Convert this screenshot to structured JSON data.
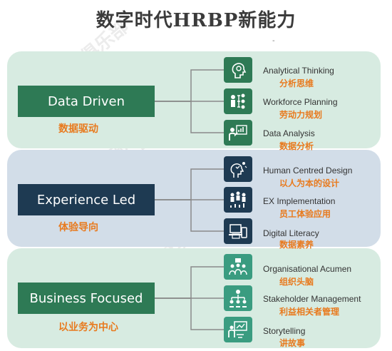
{
  "title": "数字时代HRBP新能力",
  "header_dot": "-",
  "watermark": "HR实务俱乐部",
  "colors": {
    "green": "#2e7a55",
    "navy": "#1e3a52",
    "teal": "#3a9c80",
    "accent_orange": "#e87a1e",
    "band_green": "#d7ebe1",
    "band_blue": "#d2dde8"
  },
  "categories": [
    {
      "name_en": "Data Driven",
      "name_cn": "数据驱动",
      "items": [
        {
          "en": "Analytical Thinking",
          "cn": "分析思维",
          "icon": "head-gear-icon"
        },
        {
          "en": "Workforce Planning",
          "cn": "劳动力规划",
          "icon": "org-people-icon"
        },
        {
          "en": "Data Analysis",
          "cn": "数据分析",
          "icon": "presenter-chart-icon"
        }
      ]
    },
    {
      "name_en": "Experience Led",
      "name_cn": "体验导向",
      "items": [
        {
          "en": "Human Centred Design",
          "cn": "以人为本的设计",
          "icon": "head-ideas-icon"
        },
        {
          "en": "EX Implementation",
          "cn": "员工体验应用",
          "icon": "people-growth-icon"
        },
        {
          "en": "Digital Literacy",
          "cn": "数据素养",
          "icon": "devices-icon"
        }
      ]
    },
    {
      "name_en": "Business Focused",
      "name_cn": "以业务为中心",
      "items": [
        {
          "en": "Organisational Acumen",
          "cn": "组织头脑",
          "icon": "team-discussion-icon"
        },
        {
          "en": "Stakeholder Management",
          "cn": "利益相关者管理",
          "icon": "stakeholder-tree-icon"
        },
        {
          "en": "Storytelling",
          "cn": "讲故事",
          "icon": "presentation-board-icon"
        }
      ]
    }
  ]
}
